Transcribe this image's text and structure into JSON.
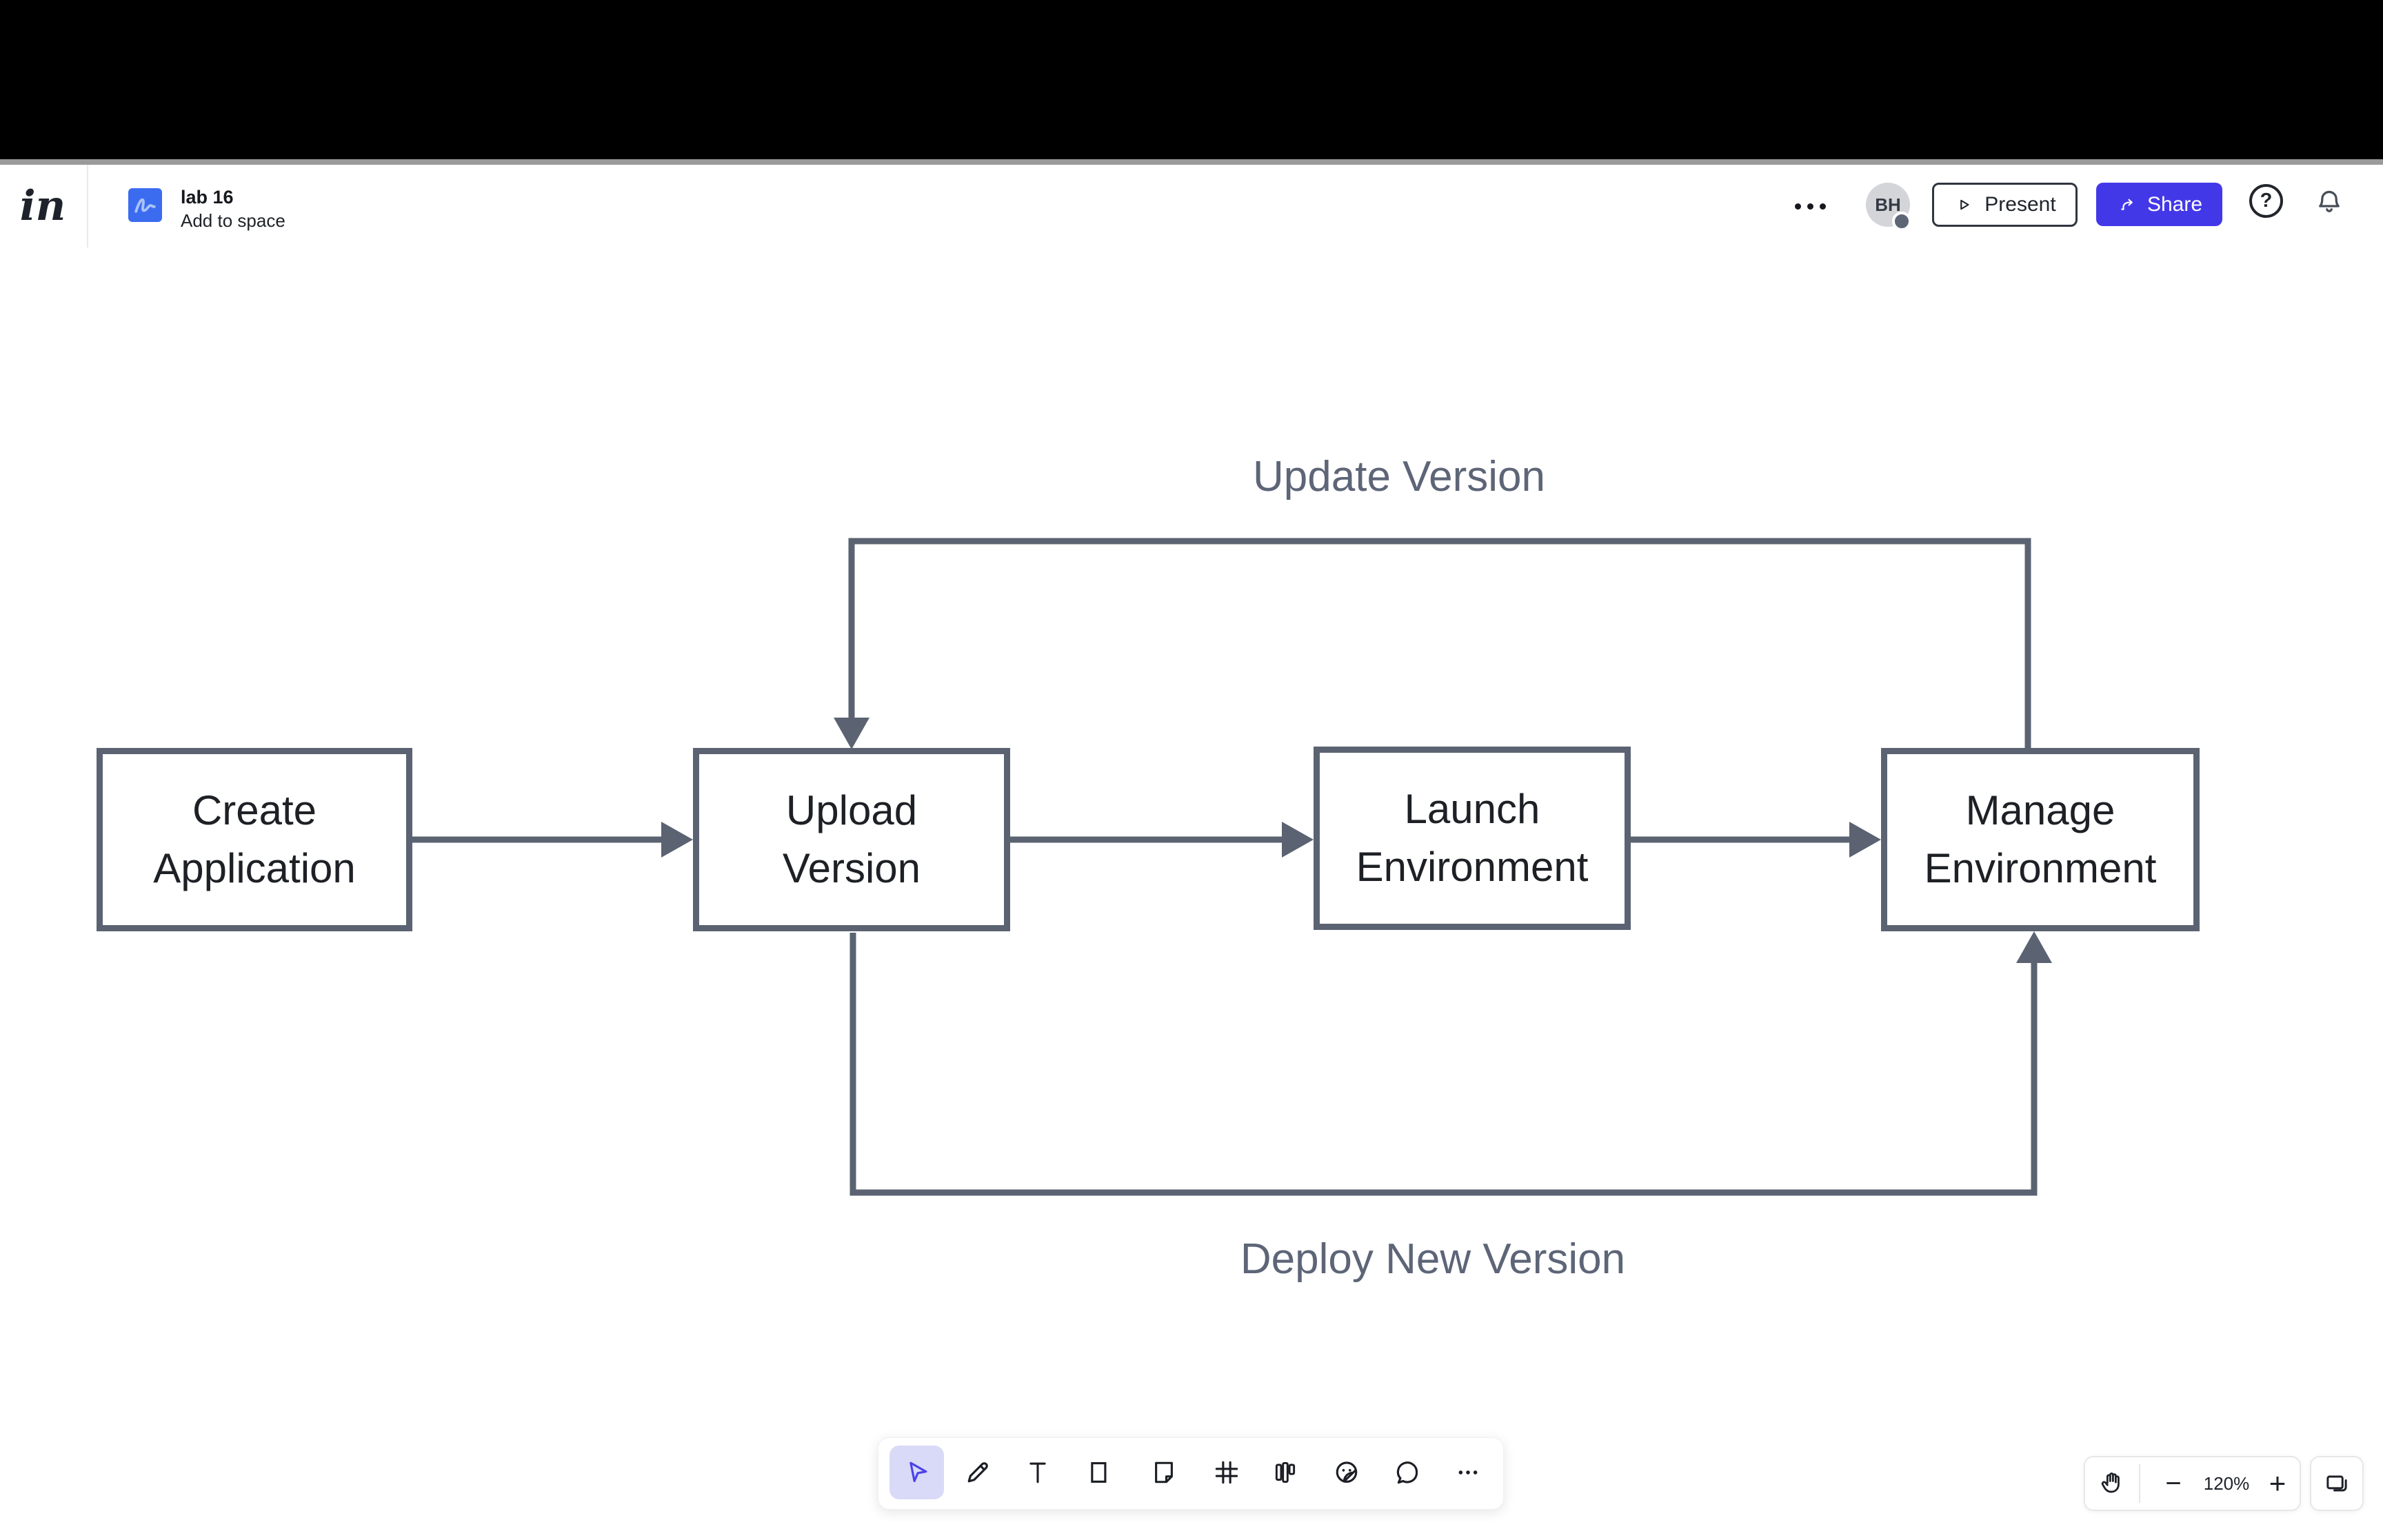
{
  "header": {
    "logo_text": "in",
    "document": {
      "title": "lab 16",
      "subtitle": "Add to space"
    },
    "avatar_initials": "BH",
    "present_label": "Present",
    "share_label": "Share",
    "help_label": "?"
  },
  "canvas": {
    "nodes": [
      "Create Application",
      "Upload Version",
      "Launch Environment",
      "Manage Environment"
    ],
    "edge_labels": {
      "top": "Update Version",
      "bottom": "Deploy New Version"
    },
    "edges": [
      {
        "from": "Create Application",
        "to": "Upload Version"
      },
      {
        "from": "Upload Version",
        "to": "Launch Environment"
      },
      {
        "from": "Launch Environment",
        "to": "Manage Environment"
      },
      {
        "from": "Manage Environment",
        "to": "Upload Version",
        "label": "Update Version"
      },
      {
        "from": "Upload Version",
        "to": "Manage Environment",
        "label": "Deploy New Version"
      }
    ]
  },
  "toolbar": {
    "selected_tool": "select",
    "tools": [
      "select",
      "draw",
      "text",
      "shape",
      "sticky-note",
      "frame",
      "align",
      "sticker",
      "comment",
      "more"
    ]
  },
  "zoom_controls": {
    "minus": "−",
    "level": "120%",
    "plus": "+"
  },
  "colors": {
    "accent": "#4338e8",
    "diagram_stroke": "#5b6372",
    "doc_icon_blue": "#3b6cf0",
    "selected_tool_bg": "#d9d9f8",
    "edge_label": "#5d6577"
  }
}
